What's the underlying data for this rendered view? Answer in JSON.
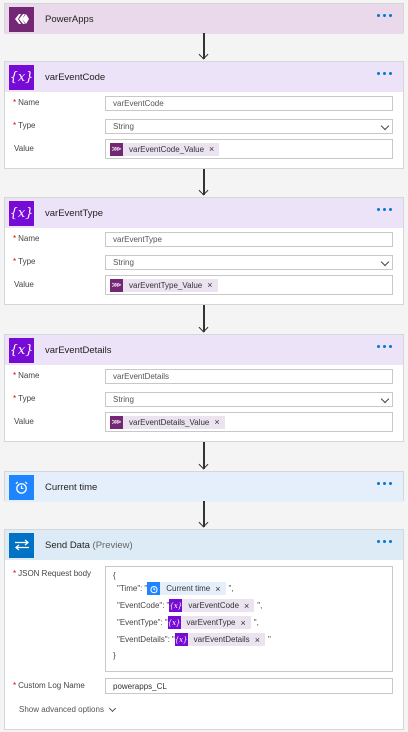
{
  "trigger": {
    "title": "PowerApps"
  },
  "var1": {
    "title": "varEventCode",
    "name_label": "Name",
    "name_value": "varEventCode",
    "type_label": "Type",
    "type_value": "String",
    "value_label": "Value",
    "value_token": "varEventCode_Value"
  },
  "var2": {
    "title": "varEventType",
    "name_label": "Name",
    "name_value": "varEventType",
    "type_label": "Type",
    "type_value": "String",
    "value_label": "Value",
    "value_token": "varEventType_Value"
  },
  "var3": {
    "title": "varEventDetails",
    "name_label": "Name",
    "name_value": "varEventDetails",
    "type_label": "Type",
    "type_value": "String",
    "value_label": "Value",
    "value_token": "varEventDetails_Value"
  },
  "time": {
    "title": "Current time"
  },
  "send": {
    "title": "Send Data",
    "subtitle": "(Preview)",
    "json_label": "JSON Request body",
    "open_brace": "{",
    "close_brace": "}",
    "lines": [
      {
        "key": "\"Time\":",
        "pre": "\"",
        "token": "Current time",
        "post": "\","
      },
      {
        "key": "\"EventCode\":",
        "pre": "\"",
        "token": "varEventCode",
        "post": "\","
      },
      {
        "key": "\"EventType\":",
        "pre": "\"",
        "token": "varEventType",
        "post": "\","
      },
      {
        "key": "\"EventDetails\":",
        "pre": "\"",
        "token": "varEventDetails",
        "post": "\""
      }
    ],
    "log_label": "Custom Log Name",
    "log_value": "powerapps_CL",
    "advanced": "Show advanced options"
  },
  "colors": {
    "powerapps": "#742774",
    "variable": "#770bd6",
    "variable_head": "#ece3f8",
    "time": "#1f85ff",
    "time_head": "#e4effb",
    "send": "#0072c6",
    "send_head": "#dcebf6",
    "trigger_head": "#ead9ea"
  }
}
